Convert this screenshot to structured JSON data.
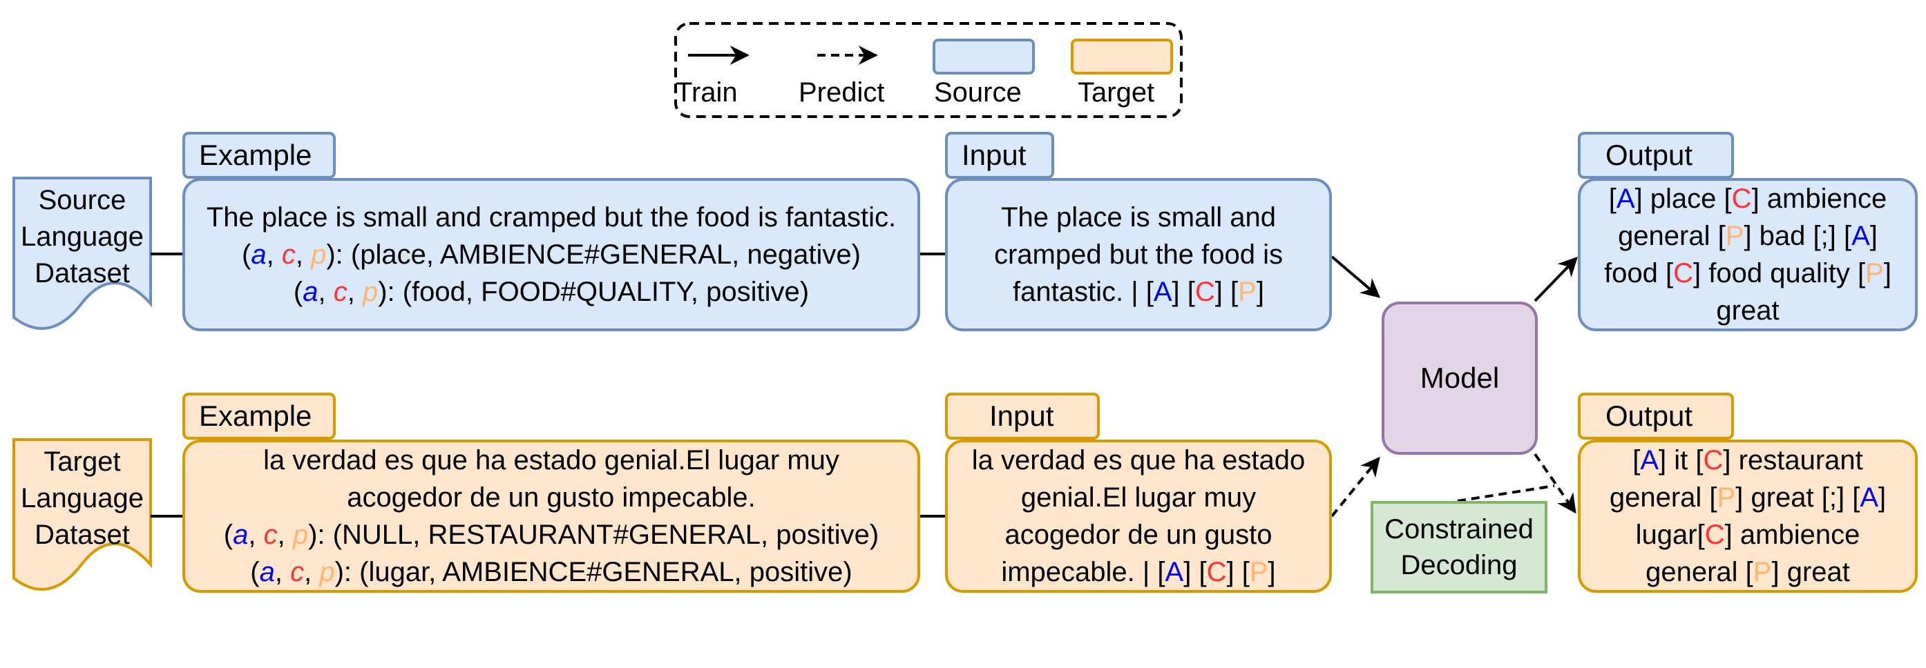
{
  "legend": {
    "train": "Train",
    "predict": "Predict",
    "source": "Source",
    "target": "Target"
  },
  "source_row": {
    "dataset_lines": [
      "Source",
      "Language",
      "Dataset"
    ],
    "example_tab": "Example",
    "example_sentence": "The place is small and cramped but the food is fantastic.",
    "tuple_prefix": [
      "(",
      "a",
      ", ",
      "c",
      ", ",
      "p",
      "): "
    ],
    "example_tuples": [
      "(place, AMBIENCE#GENERAL, negative)",
      "(food, FOOD#QUALITY, positive)"
    ],
    "input_tab": "Input",
    "input_lines": [
      "The place is small and",
      "cramped but the food is",
      "fantastic. | "
    ],
    "output_tab": "Output",
    "output_text": "[A] place [C] ambience general [P] bad [;] [A] food [C] food quality [P] great"
  },
  "target_row": {
    "dataset_lines": [
      "Target",
      "Language",
      "Dataset"
    ],
    "example_tab": "Example",
    "example_sentence": "la verdad es que ha estado genial.El lugar muy acogedor de un gusto impecable.",
    "example_tuples": [
      "(NULL, RESTAURANT#GENERAL, positive)",
      "(lugar, AMBIENCE#GENERAL, positive)"
    ],
    "input_tab": "Input",
    "input_lines": [
      "la verdad es que ha estado",
      "genial.El lugar muy",
      "acogedor de un gusto",
      "impecable. | "
    ],
    "output_tab": "Output",
    "output_text": "[A] it [C] restaurant general [P] great [;] [A] lugar[C] ambience general [P] great"
  },
  "tags": {
    "A": "[A]",
    "C": "[C]",
    "P": "[P]",
    "sep": " "
  },
  "model_label": "Model",
  "constrained_lines": [
    "Constrained",
    "Decoding"
  ],
  "colors": {
    "source_fill": "#dae8fc",
    "source_stroke": "#6c8ebf",
    "target_fill": "#ffe6cc",
    "target_stroke": "#d79b00",
    "model_fill": "#e1d5e7",
    "model_stroke": "#9673a6",
    "decoding_fill": "#d5e8d4",
    "decoding_stroke": "#82b366",
    "aspect": "#0000ff",
    "category": "#ff3333",
    "polarity": "#ffb570"
  }
}
